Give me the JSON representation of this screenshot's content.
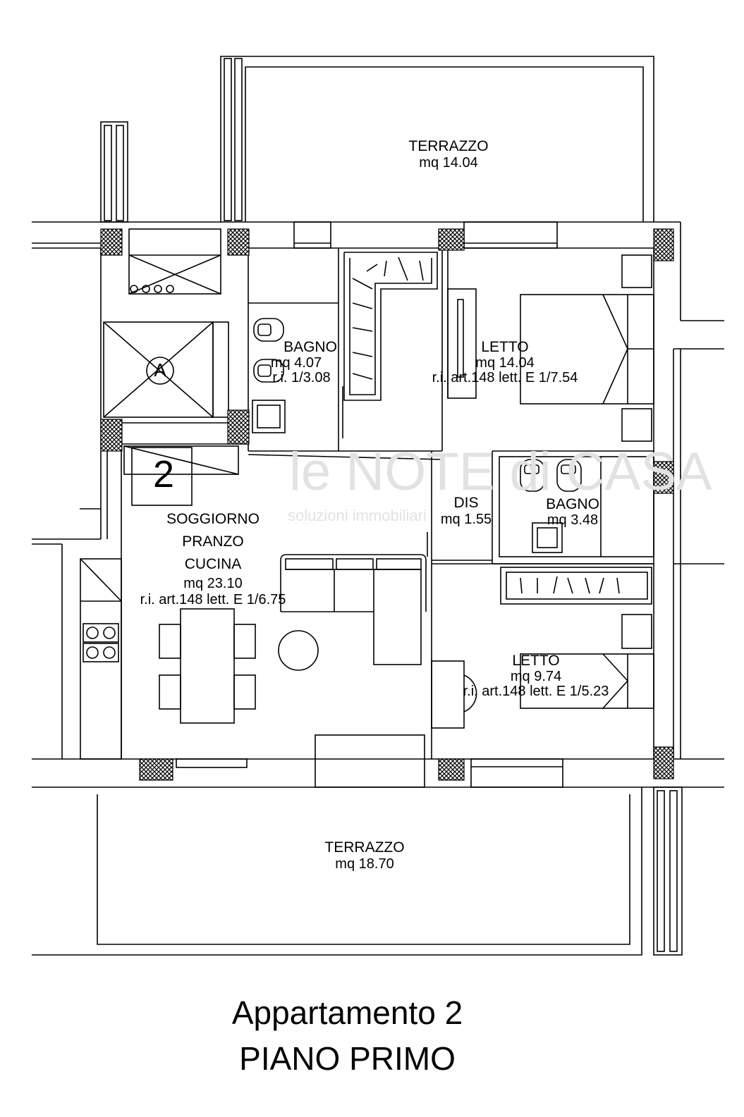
{
  "rooms": {
    "terrazzo_top": {
      "name": "TERRAZZO",
      "area": "mq 14.04"
    },
    "bagno_1": {
      "name": "BAGNO",
      "area": "mq 4.07",
      "ri": "r.i.  1/3.08"
    },
    "letto_1": {
      "name": "LETTO",
      "area": "mq 14.04",
      "ri": "r.i. art.148 lett. E 1/7.54"
    },
    "soggiorno": {
      "line1": "SOGGIORNO",
      "line2": "PRANZO",
      "line3": "CUCINA",
      "area": "mq 23.10",
      "ri": "r.i. art.148 lett. E 1/6.75"
    },
    "dis": {
      "name": "DIS",
      "area": "mq 1.55"
    },
    "bagno_2": {
      "name": "BAGNO",
      "area": "mq 3.48"
    },
    "letto_2": {
      "name": "LETTO",
      "area": "mq 9.74",
      "ri": "r.i. art.148 lett. E 1/5.23"
    },
    "terrazzo_bottom": {
      "name": "TERRAZZO",
      "area": "mq 18.70"
    }
  },
  "markers": {
    "stair": "A",
    "unit": "2"
  },
  "watermark": {
    "brand": "le NOTE di CASA",
    "tagline": "soluzioni immobiliari"
  },
  "footer": {
    "title": "Appartamento 2",
    "floor": "PIANO PRIMO"
  }
}
